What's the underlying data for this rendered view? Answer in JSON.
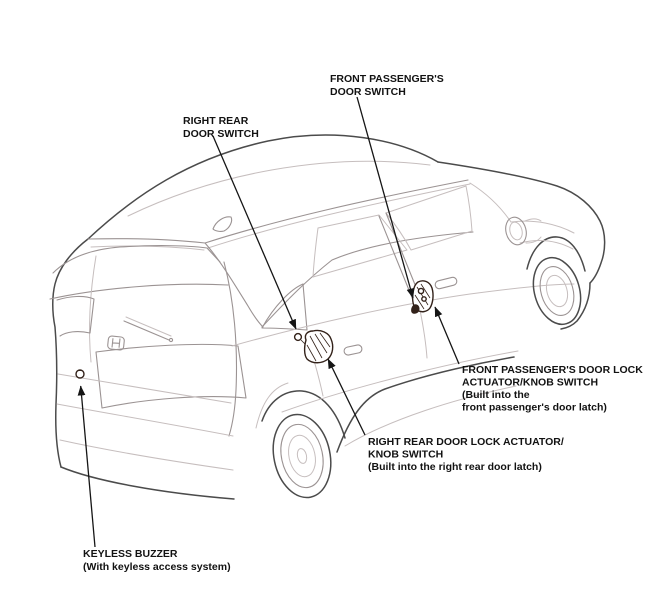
{
  "diagram": {
    "background_color": "#ffffff",
    "outline_color": "#4b4b4b",
    "detail_color": "#9b9393",
    "callout_color": "#151515",
    "component_color": "#33221a",
    "subject": "vehicle-door-switch-location-diagram",
    "labels": {
      "front_passenger_door_switch": {
        "lines": [
          "FRONT PASSENGER'S",
          "DOOR SWITCH"
        ]
      },
      "right_rear_door_switch": {
        "lines": [
          "RIGHT REAR",
          "DOOR SWITCH"
        ]
      },
      "front_passenger_door_lock": {
        "lines": [
          "FRONT PASSENGER'S DOOR LOCK",
          "ACTUATOR/KNOB SWITCH",
          "(Built into the",
          "front passenger's door latch)"
        ]
      },
      "right_rear_door_lock": {
        "lines": [
          "RIGHT REAR DOOR LOCK ACTUATOR/",
          "KNOB SWITCH",
          "(Built into the right rear door latch)"
        ]
      },
      "keyless_buzzer": {
        "lines": [
          "KEYLESS BUZZER",
          "(With keyless access system)"
        ]
      }
    }
  }
}
